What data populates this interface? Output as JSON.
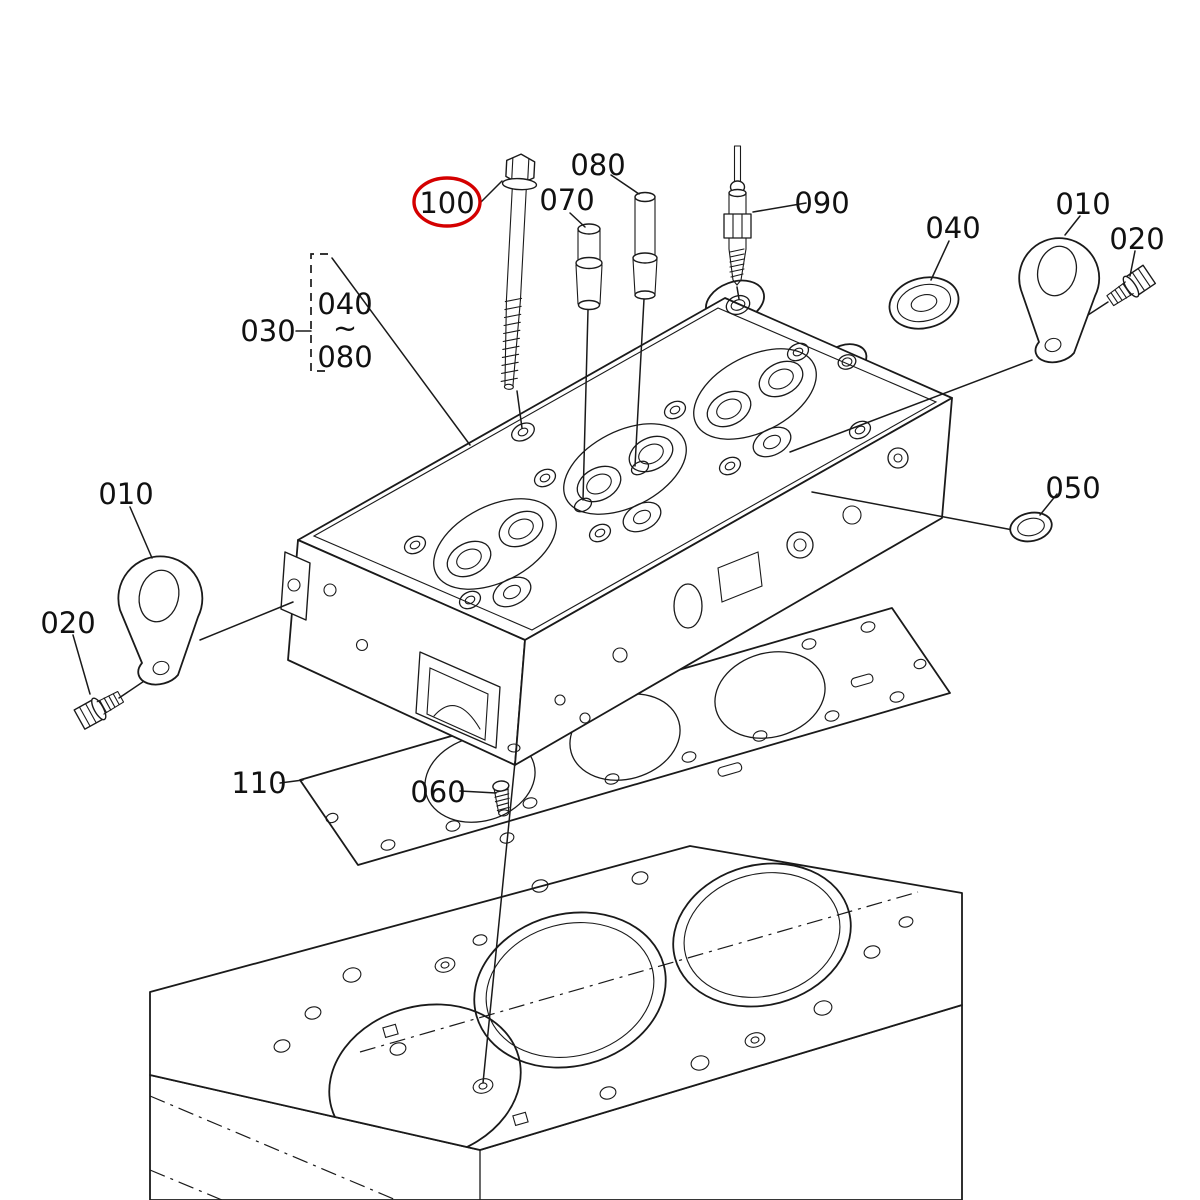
{
  "diagram": {
    "background": "#ffffff",
    "line_color": "#1a1a1a",
    "highlight_color": "#d40000",
    "callouts": {
      "c100": "100",
      "c070": "070",
      "c080": "080",
      "c090": "090",
      "c040": "040",
      "c010_right": "010",
      "c020_right": "020",
      "c030": "030",
      "c030_range_start": "040",
      "c030_range_sep": "~",
      "c030_range_end": "080",
      "c010_left": "010",
      "c020_left": "020",
      "c050": "050",
      "c110": "110",
      "c060": "060"
    }
  }
}
